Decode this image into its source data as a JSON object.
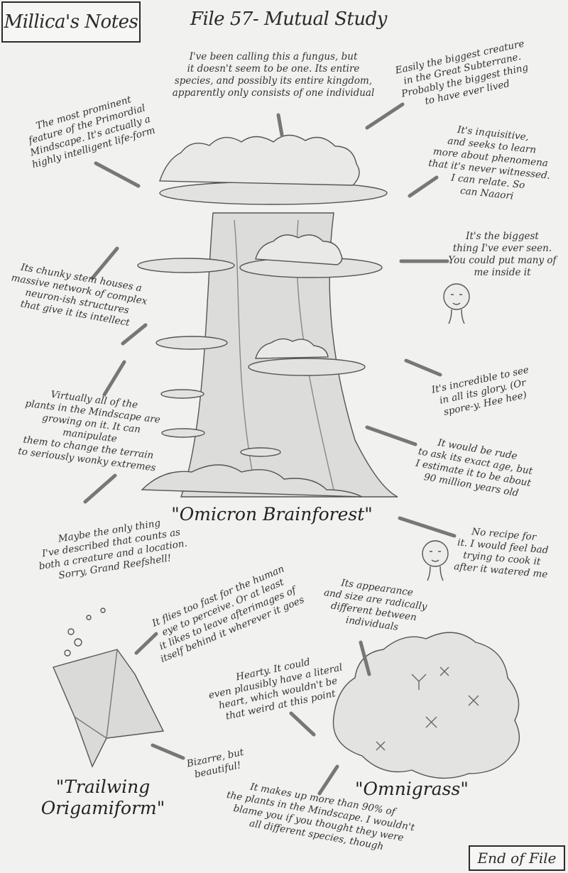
{
  "header": {
    "notebook_title": "Millica's Notes",
    "file_title": "File 57- Mutual Study"
  },
  "notes": {
    "fungus": "I've been calling this a fungus, but\nit doesn't seem to be one. Its entire\nspecies, and possibly its entire kingdom,\napparently only consists of one individual",
    "biggest_creature": "Easily the biggest creature\nin the Great Subterrane.\nProbably the biggest thing\nto have ever lived",
    "primordial": "The most prominent\nfeature of the Primordial\nMindscape. It's actually a\nhighly intelligent life-form",
    "inquisitive": "It's inquisitive,\nand seeks to learn\nmore about phenomena\nthat it's never witnessed.\nI can relate. So\ncan Naaori",
    "biggest_seen": "It's the biggest\nthing I've ever seen.\nYou could put many of\nme inside it",
    "chunky_stem": "Its chunky stem houses a\nmassive network of complex\nneuron-ish structures\nthat give it its intellect",
    "glory": "It's incredible to see\nin all its glory. (Or\nspore-y. Hee hee)",
    "plants": "Virtually all of the\nplants in the Mindscape are\ngrowing on it. It can manipulate\nthem to change the terrain\nto seriously wonky extremes",
    "age": "It would be rude\nto ask its exact age, but\nI estimate it to be about\n90 million years old",
    "creature_location": "Maybe the only thing\nI've described that counts as\nboth a creature and a location.\nSorry, Grand Reefshell!",
    "recipe": "No recipe for\nit. I would feel bad\ntrying to cook it\nafter it watered me",
    "flies_fast": "It flies too fast for the human\neye to perceive. Or at least\nit likes to leave afterimages of\nitself behind it wherever it goes",
    "appearance": "Its appearance\nand size are radically\ndifferent between\nindividuals",
    "hearty": "Hearty. It could\neven plausibly have a literal\nheart, which wouldn't be\nthat weird at this point",
    "bizarre": "Bizarre, but\nbeautiful!",
    "makes_up": "It makes up more than 90% of\nthe plants in the Mindscape. I wouldn't\nblame you if you thought they were\nall different species, though"
  },
  "labels": {
    "brainforest": "\"Omicron Brainforest\"",
    "origamiform": "\"Trailwing\nOrigamiform\"",
    "omnigrass": "\"Omnigrass\""
  },
  "footer": {
    "end_label": "End of File"
  },
  "colors": {
    "paper": "#f1f1ef",
    "ink": "#2b2b2b",
    "pencil": "#8a8a88"
  }
}
